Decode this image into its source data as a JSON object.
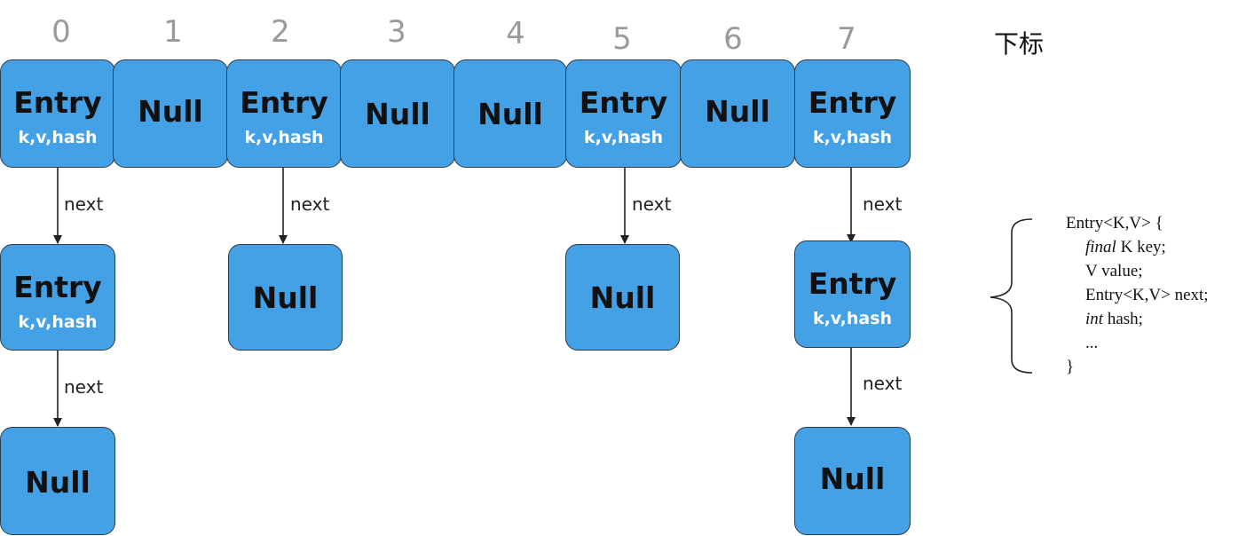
{
  "indices": [
    "0",
    "1",
    "2",
    "3",
    "4",
    "5",
    "6",
    "7"
  ],
  "legend_label": "下标",
  "bucket_row": [
    {
      "type": "entry",
      "title": "Entry",
      "sub": "k,v,hash"
    },
    {
      "type": "null",
      "title": "Null"
    },
    {
      "type": "entry",
      "title": "Entry",
      "sub": "k,v,hash"
    },
    {
      "type": "null",
      "title": "Null"
    },
    {
      "type": "null",
      "title": "Null"
    },
    {
      "type": "entry",
      "title": "Entry",
      "sub": "k,v,hash"
    },
    {
      "type": "null",
      "title": "Null"
    },
    {
      "type": "entry",
      "title": "Entry",
      "sub": "k,v,hash"
    }
  ],
  "chains": {
    "col0": [
      {
        "type": "entry",
        "title": "Entry",
        "sub": "k,v,hash"
      },
      {
        "type": "null",
        "title": "Null"
      }
    ],
    "col2": [
      {
        "type": "null",
        "title": "Null"
      }
    ],
    "col5": [
      {
        "type": "null",
        "title": "Null"
      }
    ],
    "col7": [
      {
        "type": "entry",
        "title": "Entry",
        "sub": "k,v,hash"
      },
      {
        "type": "null",
        "title": "Null"
      }
    ]
  },
  "next_label": "next",
  "code": {
    "line1": "Entry<K,V> {",
    "line2_kw": "final",
    "line2_rest": " K key;",
    "line3": "V value;",
    "line4": "Entry<K,V> next;",
    "line5_kw": "int",
    "line5_rest": " hash;",
    "line6": "...",
    "line7": "}"
  },
  "colors": {
    "box_fill": "#45a1e6",
    "box_border": "#2d3a4a",
    "index_gray": "#9a9a9a"
  }
}
